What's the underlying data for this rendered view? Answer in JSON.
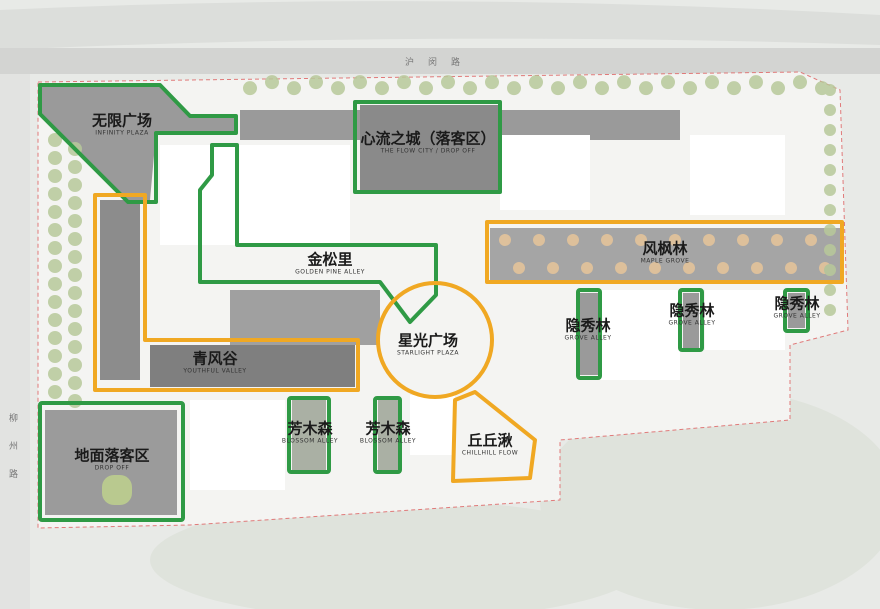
{
  "colors": {
    "green_zone": "#2f9a45",
    "orange_zone": "#f0a823",
    "site_boundary": "#e07a7a",
    "building": "#ffffff",
    "paving": "#8f8f8f"
  },
  "roads": {
    "top": "沪闵路",
    "left": [
      "柳",
      "州",
      "路"
    ]
  },
  "zones": {
    "infinity_plaza": {
      "zh": "无限广场",
      "en": "INFINITY PLAZA",
      "type": "green"
    },
    "flow_city": {
      "zh": "心流之城（落客区）",
      "en": "THE FLOW CITY / DROP OFF",
      "type": "green"
    },
    "golden_pine": {
      "zh": "金松里",
      "en": "GOLDEN PINE ALLEY",
      "type": "green"
    },
    "maple_grove": {
      "zh": "风枫林",
      "en": "MAPLE GROVE",
      "type": "orange"
    },
    "starlight_plaza": {
      "zh": "星光广场",
      "en": "STARLIGHT PLAZA",
      "type": "orange"
    },
    "youthful_valley": {
      "zh": "青风谷",
      "en": "YOUTHFUL VALLEY",
      "type": "orange"
    },
    "grove_alley_1": {
      "zh": "隐秀林",
      "en": "GROVE ALLEY",
      "type": "green"
    },
    "grove_alley_2": {
      "zh": "隐秀林",
      "en": "GROVE ALLEY",
      "type": "green"
    },
    "grove_alley_3": {
      "zh": "隐秀林",
      "en": "GROVE ALLEY",
      "type": "green"
    },
    "blossom_alley_1": {
      "zh": "芳木森",
      "en": "BLOSSOM ALLEY",
      "type": "green"
    },
    "blossom_alley_2": {
      "zh": "芳木森",
      "en": "BLOSSOM ALLEY",
      "type": "green"
    },
    "chillhill_flow": {
      "zh": "丘丘湫",
      "en": "CHILLHILL FLOW",
      "type": "orange"
    },
    "drop_off": {
      "zh": "地面落客区",
      "en": "DROP OFF",
      "type": "green"
    }
  }
}
